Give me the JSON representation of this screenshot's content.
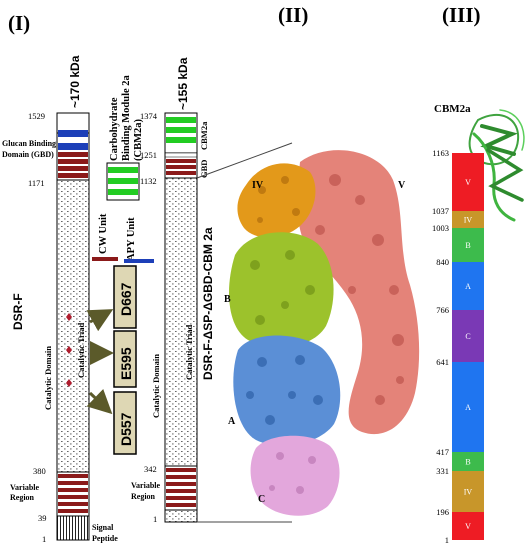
{
  "panels": {
    "p1": "(I)",
    "p2": "(II)",
    "p3": "(III)"
  },
  "dsrf": {
    "mw": "~170 kDa",
    "name": "DSR-F",
    "gbd_label": "Glucan Binding Domain (GBD)",
    "catalytic_domain": "Catalytic Domain",
    "catalytic_triad": "Catalytic Triad",
    "variable_region": "Variable Region",
    "signal_peptide": "Signal Peptide",
    "positions": [
      "1529",
      "1171",
      "380",
      "39",
      "1"
    ]
  },
  "middle": {
    "cbm_label_1": "Carbohydrate",
    "cbm_label_2": "Binding Module 2a",
    "cbm_label_3": "(CBM2a)",
    "cw_unit": "CW Unit",
    "apy_unit": "APY Unit",
    "residues": [
      "D667",
      "E595",
      "D557"
    ]
  },
  "truncated": {
    "mw": "~155 kDa",
    "name": "DSR-F-ΔSP-ΔGBD-CBM 2a",
    "cbm2a": "CBM2a",
    "gbd": "GBD",
    "catalytic_domain": "Catalytic Domain",
    "catalytic_triad": "Catalytic Triad",
    "variable_region": "Variable Region",
    "positions": [
      "1374",
      "1251",
      "1132",
      "342",
      "1"
    ]
  },
  "structure": {
    "labels": [
      "IV",
      "V",
      "B",
      "A",
      "C"
    ]
  },
  "domain_bar": {
    "cbm_title": "CBM2a",
    "positions": [
      "1163",
      "1037",
      "1003",
      "840",
      "766",
      "641",
      "417",
      "331",
      "196",
      "1"
    ],
    "segments": [
      {
        "label": "V",
        "color": "#ee1c24"
      },
      {
        "label": "IV",
        "color": "#c8962a"
      },
      {
        "label": "B",
        "color": "#3dbb4c"
      },
      {
        "label": "A",
        "color": "#1f75f0"
      },
      {
        "label": "C",
        "color": "#7a39b5"
      },
      {
        "label": "A",
        "color": "#1f75f0"
      },
      {
        "label": "B",
        "color": "#3dbb4c"
      },
      {
        "label": "IV",
        "color": "#c8962a"
      },
      {
        "label": "V",
        "color": "#ee1c24"
      }
    ]
  }
}
